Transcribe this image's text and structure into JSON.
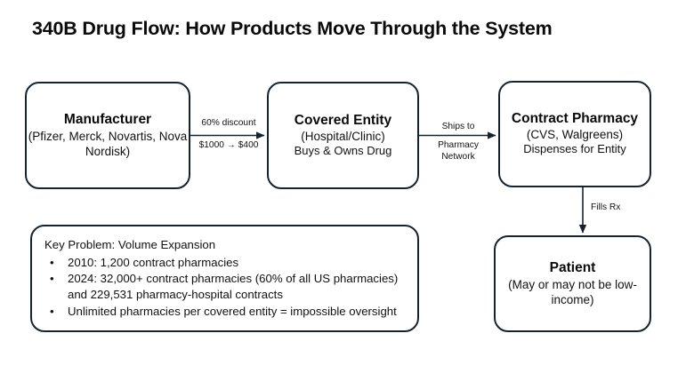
{
  "title": "340B Drug Flow: How Products Move Through the System",
  "colors": {
    "box_border": "#132430",
    "background": "#ffffff",
    "text": "#111111",
    "title_text": "#0a0a0a"
  },
  "nodes": {
    "manufacturer": {
      "heading": "Manufacturer",
      "detail": "(Pfizer, Merck, Novartis, Nova Nordisk)"
    },
    "covered_entity": {
      "heading": "Covered Entity",
      "detail": "(Hospital/Clinic)",
      "detail2": "Buys & Owns Drug"
    },
    "contract_pharmacy": {
      "heading": "Contract Pharmacy",
      "detail": "(CVS, Walgreens)",
      "detail2": "Dispenses for Entity"
    },
    "patient": {
      "heading": "Patient",
      "detail": "(May or may not be low-income)"
    },
    "key_problem": {
      "heading": "Key Problem: Volume Expansion",
      "bullet_glyph": "•",
      "bullets": [
        "2010: 1,200 contract pharmacies",
        "2024: 32,000+ contract pharmacies (60% of all US pharmacies) and 229,531 pharmacy-hospital contracts",
        "Unlimited pharmacies per covered entity = impossible oversight"
      ]
    }
  },
  "edges": {
    "manufacturer_to_covered": {
      "label_above": "60% discount",
      "label_below": "$1000 → $400"
    },
    "covered_to_contract": {
      "label_above": "Ships to",
      "label_below": "Pharmacy\nNetwork"
    },
    "contract_to_patient": {
      "label": "Fills Rx"
    }
  }
}
